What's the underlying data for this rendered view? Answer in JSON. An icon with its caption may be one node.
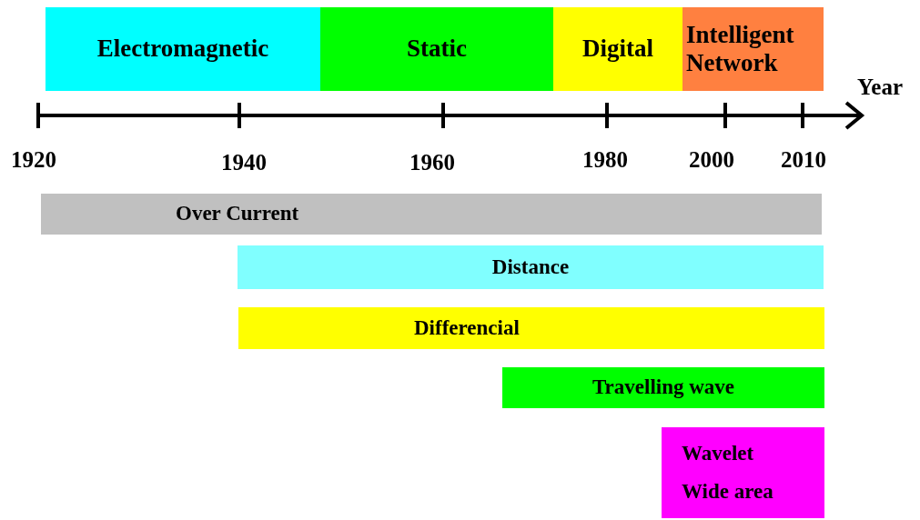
{
  "diagram": {
    "nodes": [
      {
        "text": [
          "Electromagnetic"
        ]
      },
      {
        "text": [
          "Static"
        ]
      },
      {
        "text": [
          "Digital"
        ]
      },
      {
        "text": [
          "Intelligent Network"
        ]
      },
      {
        "text": [
          "Over Current"
        ]
      },
      {
        "text": [
          "Distance"
        ]
      },
      {
        "text": [
          "Differencial"
        ]
      },
      {
        "text": [
          "Travelling wave"
        ]
      },
      {
        "text": [
          "Wavelet",
          "Wide area"
        ]
      }
    ],
    "edges": [],
    "labels": [
      "Year",
      "1920",
      "1940",
      "1960",
      "1980",
      "2000",
      "2010"
    ]
  }
}
